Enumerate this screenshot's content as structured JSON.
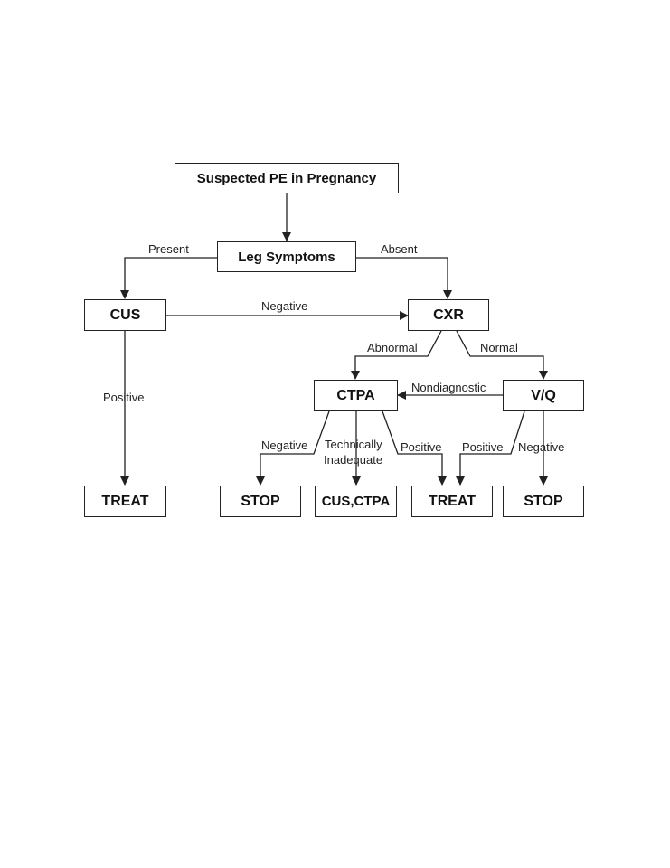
{
  "nodes": {
    "suspected_pe": "Suspected PE in Pregnancy",
    "leg_symptoms": "Leg Symptoms",
    "cus": "CUS",
    "cxr": "CXR",
    "ctpa": "CTPA",
    "vq": "V/Q",
    "treat_left": "TREAT",
    "stop_ctpa": "STOP",
    "cus_ctpa": "CUS,CTPA",
    "treat_mid": "TREAT",
    "stop_vq": "STOP"
  },
  "edges": {
    "present": "Present",
    "absent": "Absent",
    "negative_cus": "Negative",
    "positive_cus": "Positive",
    "abnormal": "Abnormal",
    "normal": "Normal",
    "nondiagnostic": "Nondiagnostic",
    "negative_ctpa": "Negative",
    "technically": "Technically",
    "inadequate": "Inadequate",
    "positive_ctpa": "Positive",
    "positive_vq": "Positive",
    "negative_vq": "Negative"
  },
  "colors": {
    "line": "#222222",
    "box_border": "#222222",
    "background": "#ffffff"
  }
}
